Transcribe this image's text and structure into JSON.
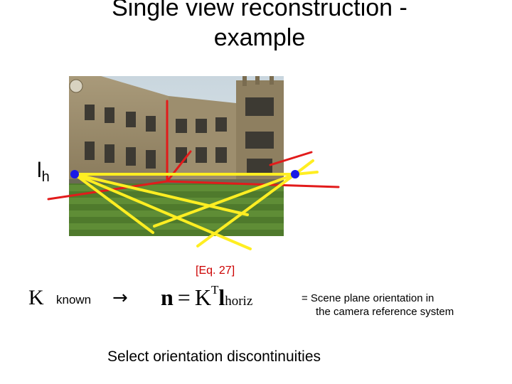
{
  "slide": {
    "title_line1": "Single view reconstruction -",
    "title_line2": "example",
    "horizon_label": "l",
    "horizon_subscript": "h",
    "eq_ref": "[Eq. 27]",
    "k_symbol": "K",
    "known_label": "known",
    "arrow": "→",
    "formula": {
      "n": "n",
      "equals": "=",
      "k": "K",
      "transpose": "T",
      "l": "l",
      "subscript": "horiz"
    },
    "description_line1": "= Scene plane orientation in",
    "description_line2": "the camera reference system",
    "footer": "Select orientation discontinuities"
  },
  "colors": {
    "red_line": "#e21b1b",
    "yellow_line": "#ffee22",
    "point_blue": "#1a1ae6"
  }
}
